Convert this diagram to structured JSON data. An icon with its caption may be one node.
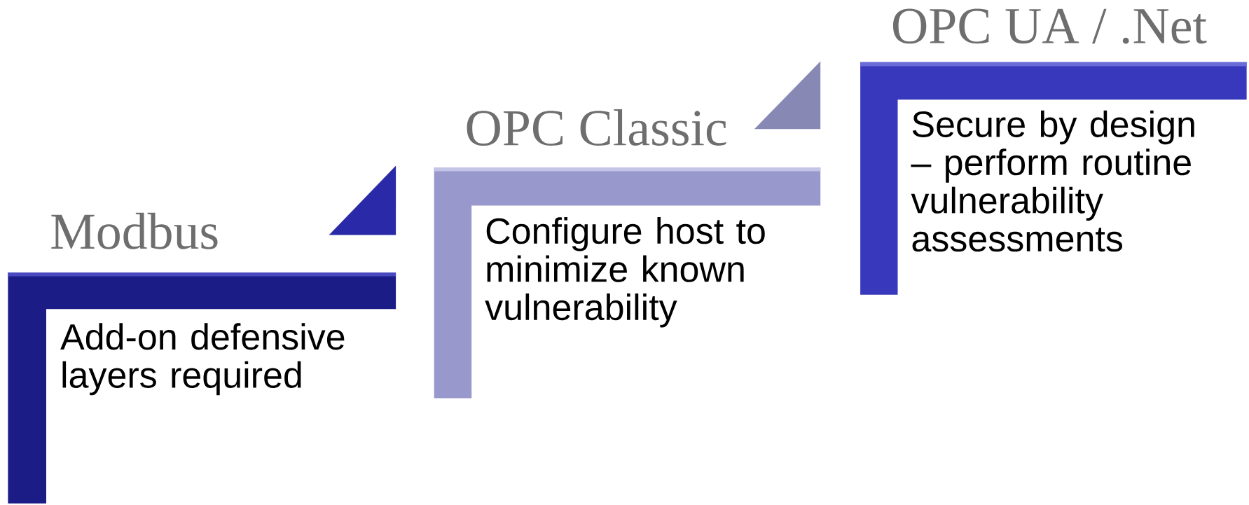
{
  "diagram": {
    "nodes": [
      {
        "text": [
          "Modbus",
          "Add-on defensive layers required"
        ]
      },
      {
        "text": [
          "OPC Classic",
          "Configure host to minimize known vulnerability"
        ]
      },
      {
        "text": [
          "OPC UA / .Net",
          "Secure by design – perform routine vulnerability assessments"
        ]
      },
      {
        "text": [],
        "shape": "triangle"
      },
      {
        "text": [],
        "shape": "triangle"
      }
    ]
  }
}
